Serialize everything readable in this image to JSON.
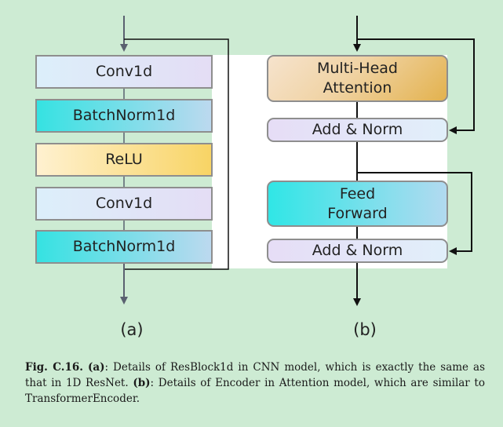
{
  "panel_a": {
    "blocks": [
      "Conv1d",
      "BatchNorm1d",
      "ReLU",
      "Conv1d",
      "BatchNorm1d"
    ],
    "label": "(a)"
  },
  "panel_b": {
    "attention": "Multi-Head\nAttention",
    "add_norm_1": "Add & Norm",
    "feed_forward": "Feed\nForward",
    "add_norm_2": "Add & Norm",
    "label": "(b)"
  },
  "caption": {
    "fig_label": "Fig. C.16.",
    "a_tag": "(a)",
    "a_text": ": Details of ResBlock1d in CNN model, which is exactly the same as that in 1D ResNet. ",
    "b_tag": "(b)",
    "b_text": ": Details of Encoder in Attention model, which are similar to TransformerEncoder."
  },
  "colors": {
    "background": "#cdebd3",
    "conv": "#e6dcf3",
    "batchnorm": "#3fe0e0",
    "relu": "#fbdc8c",
    "attention": "#e8bf6a",
    "add_norm": "#e4e4f6",
    "feed_forward": "#40e4e4"
  }
}
